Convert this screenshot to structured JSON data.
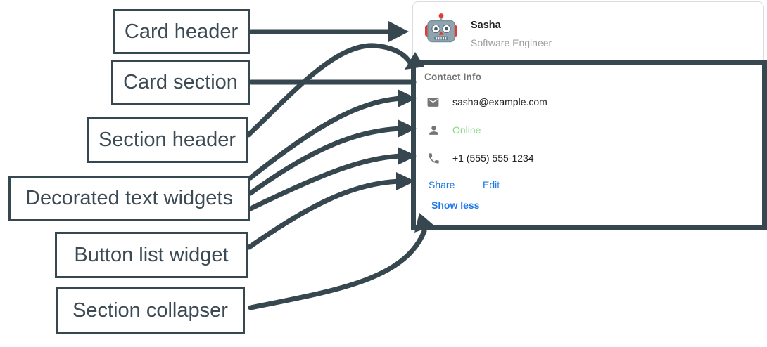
{
  "annotations": {
    "card_header": "Card header",
    "card_section": "Card section",
    "section_header": "Section header",
    "decorated_text_widgets": "Decorated text widgets",
    "button_list_widget": "Button list widget",
    "section_collapser": "Section collapser"
  },
  "card": {
    "header": {
      "avatar_icon": "robot-avatar",
      "name": "Sasha",
      "subtitle": "Software Engineer"
    },
    "section": {
      "title": "Contact Info",
      "rows": [
        {
          "icon": "mail-icon",
          "text": "sasha@example.com"
        },
        {
          "icon": "person-icon",
          "text": "Online",
          "status_color": "#84d984"
        },
        {
          "icon": "phone-icon",
          "text": "+1 (555) 555-1234"
        }
      ],
      "buttons": [
        {
          "label": "Share"
        },
        {
          "label": "Edit"
        }
      ],
      "collapser_label": "Show less"
    }
  },
  "colors": {
    "annotation_slate": "#37474f",
    "link_blue": "#1b78e6",
    "online_green": "#84d984",
    "section_title_gray": "#757575",
    "subtitle_gray": "#9e9e9e",
    "text_dark": "#202124",
    "card_border_gray": "#dadce0",
    "avatar_red": "#e53935",
    "avatar_gray_blue": "#90a4ae"
  }
}
